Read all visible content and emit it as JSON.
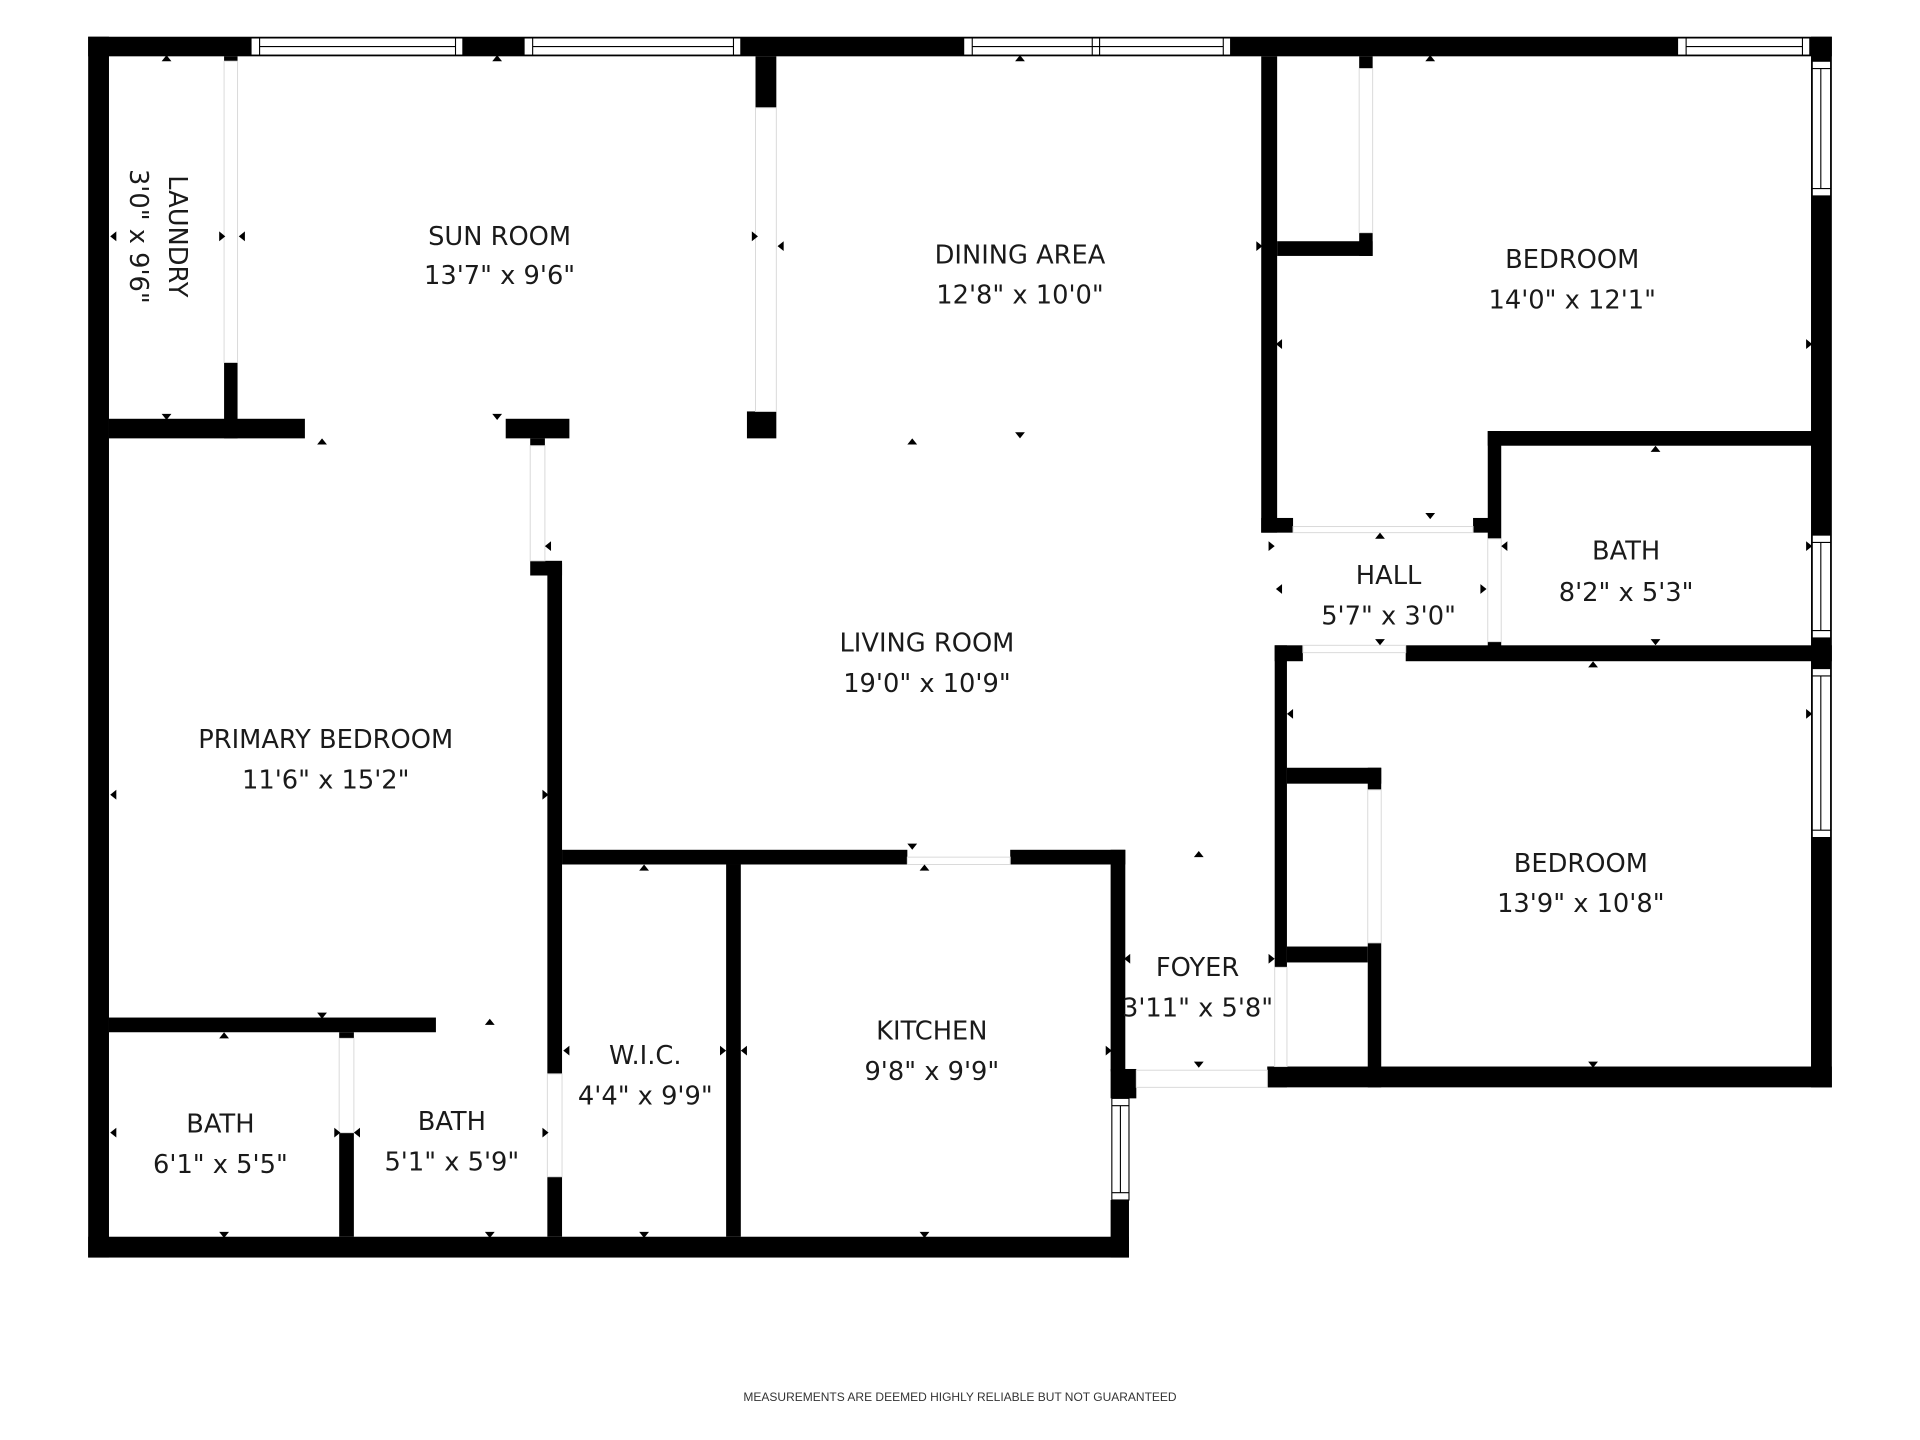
{
  "floorplan": {
    "rooms": [
      {
        "name": "LAUNDRY",
        "dims": "3'0\" x 9'6\""
      },
      {
        "name": "SUN ROOM",
        "dims": "13'7\" x 9'6\""
      },
      {
        "name": "DINING AREA",
        "dims": "12'8\" x 10'0\""
      },
      {
        "name": "BEDROOM",
        "dims": "14'0\" x 12'1\""
      },
      {
        "name": "HALL",
        "dims": "5'7\" x 3'0\""
      },
      {
        "name": "BATH",
        "dims": "8'2\" x 5'3\""
      },
      {
        "name": "LIVING ROOM",
        "dims": "19'0\" x 10'9\""
      },
      {
        "name": "PRIMARY BEDROOM",
        "dims": "11'6\" x 15'2\""
      },
      {
        "name": "BEDROOM",
        "dims": "13'9\" x 10'8\""
      },
      {
        "name": "FOYER",
        "dims": "3'11\" x 5'8\""
      },
      {
        "name": "KITCHEN",
        "dims": "9'8\" x 9'9\""
      },
      {
        "name": "W.I.C.",
        "dims": "4'4\" x 9'9\""
      },
      {
        "name": "BATH",
        "dims": "6'1\" x 5'5\""
      },
      {
        "name": "BATH",
        "dims": "5'1\" x 5'9\""
      }
    ],
    "disclaimer": "MEASUREMENTS ARE DEEMED HIGHLY RELIABLE BUT NOT GUARANTEED",
    "colors": {
      "wall": "#000000",
      "background": "#ffffff",
      "text": "#1a1a1a"
    }
  }
}
